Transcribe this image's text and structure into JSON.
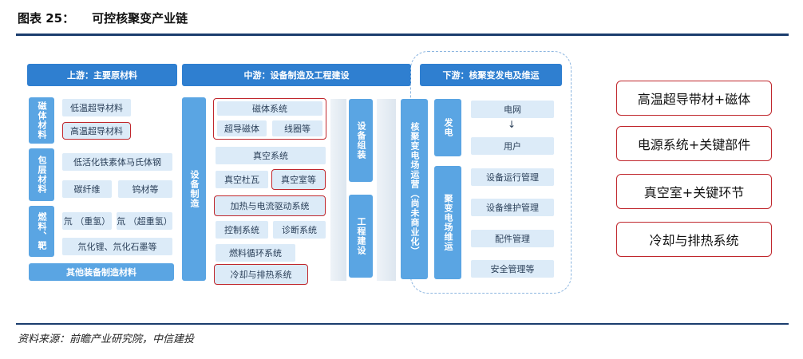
{
  "title": {
    "number": "图表 25：",
    "text": "可控核聚变产业链"
  },
  "source": "资料来源：前瞻产业研究院，中信建投",
  "upstream": {
    "header": "上游：主要原材料",
    "groups": [
      {
        "label": "磁体材料",
        "items": [
          "低温超导材料",
          "高温超导材料"
        ]
      },
      {
        "label": "包层材料",
        "items": [
          "低活化铁素体马氏体钢",
          "碳纤维",
          "钨材等"
        ]
      },
      {
        "label": "燃料、靶",
        "items": [
          "氘 （重氢）",
          "氚 （超重氢）",
          "氘化锂、氘化石墨等"
        ]
      }
    ],
    "footer": "其他装备制造材料"
  },
  "midstream": {
    "header": "中游：设备制造及工程建设",
    "side_label": "设备制造",
    "magnet": {
      "label": "磁体系统",
      "items": [
        "超导磁体",
        "线圈等"
      ]
    },
    "vacuum": {
      "label": "真空系统",
      "items": [
        "真空杜瓦",
        "真空室等"
      ]
    },
    "heating": "加热与电流驱动系统",
    "control": [
      "控制系统",
      "诊断系统"
    ],
    "fuel_cycle": "燃料循环系统",
    "cooling": "冷却与排热系统",
    "assembly": "设备组装",
    "engineering": "工程建设"
  },
  "downstream": {
    "header": "下游：核聚变发电及维运",
    "operation": "核聚变电场运营（尚未商业化）",
    "power_label": "发电",
    "grid": "电网",
    "arrow": "↓",
    "user": "用户",
    "maint_label": "聚变电场维运",
    "maint_items": [
      "设备运行管理",
      "设备维护管理",
      "配件管理",
      "安全管理等"
    ]
  },
  "highlights": [
    "高温超导带材+磁体",
    "电源系统+关键部件",
    "真空室+关键环节",
    "冷却与排热系统"
  ],
  "colors": {
    "header_blue": "#2f7fd0",
    "side_blue": "#5aa5e3",
    "light_blue": "#dcebf8",
    "highlight_red": "#c0272d",
    "rule_navy": "#1b3d6e"
  }
}
